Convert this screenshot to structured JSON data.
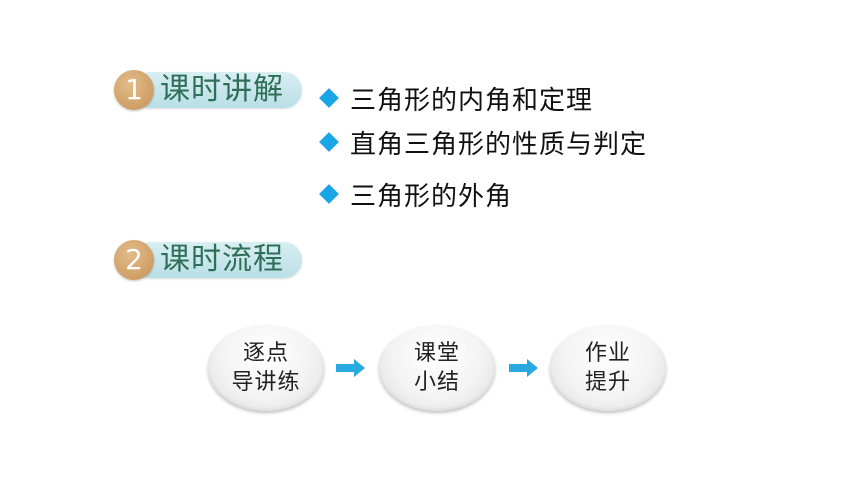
{
  "sections": [
    {
      "number": "1",
      "title": "课时讲解"
    },
    {
      "number": "2",
      "title": "课时流程"
    }
  ],
  "topics": [
    "三角形的内角和定理",
    "直角三角形的性质与判定",
    "三角形的外角"
  ],
  "flow": [
    {
      "line1": "逐点",
      "line2": "导讲练"
    },
    {
      "line1": "课堂",
      "line2": "小结"
    },
    {
      "line1": "作业",
      "line2": "提升"
    }
  ],
  "colors": {
    "bullet": "#1aa6e6",
    "arrow": "#2aa9e0",
    "title_text": "#2f6f57",
    "number_circle": "#c79257"
  },
  "icons": {
    "bullet": "diamond-bullet-icon",
    "flow_arrow": "arrow-right-icon"
  }
}
